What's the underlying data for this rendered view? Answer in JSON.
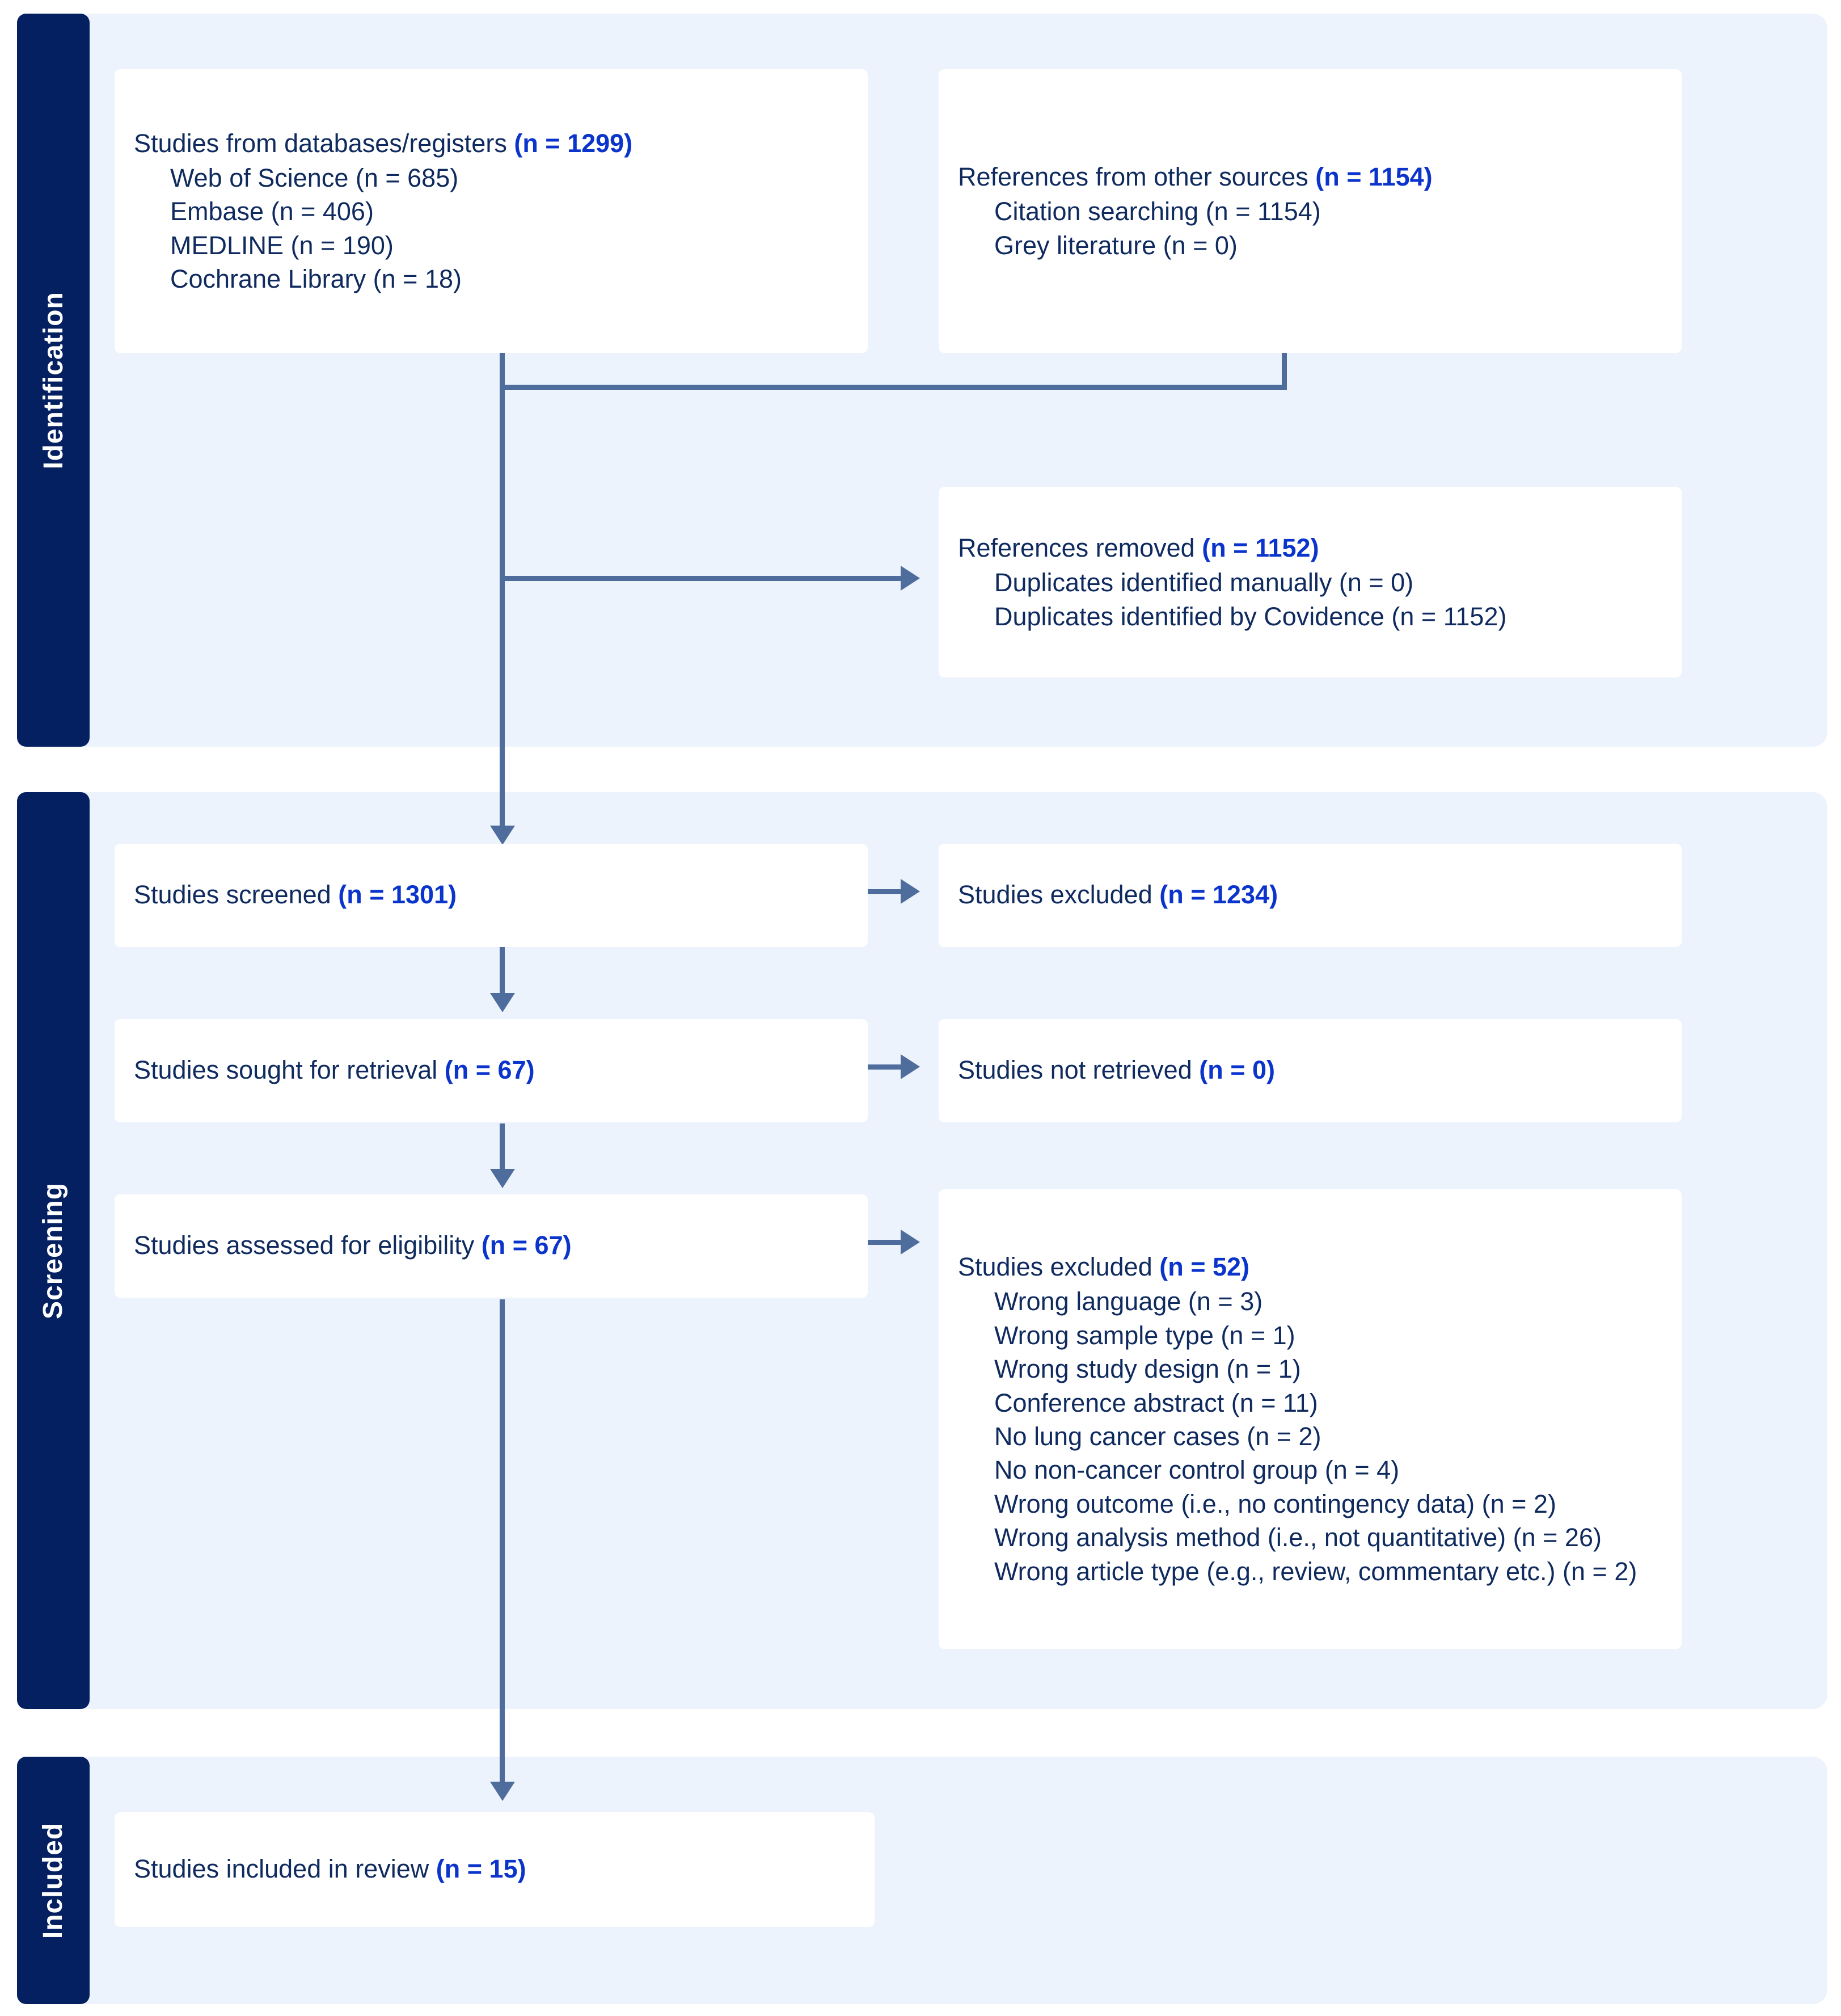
{
  "diagram": {
    "type": "prisma-flow-diagram",
    "colors": {
      "sidebar_bg": "#042061",
      "section_bg": "#ecf3fc",
      "box_border": "#4f6d9c",
      "text": "#0f2a5e",
      "count_highlight": "#0b34cc",
      "page_bg": "#ffffff"
    }
  },
  "stages": {
    "identification": "Identification",
    "screening": "Screening",
    "included": "Included"
  },
  "boxes": {
    "databases": {
      "head_label": "Studies from databases/registers ",
      "head_count": "(n = 1299)",
      "items": [
        "Web of Science (n = 685)",
        "Embase (n = 406)",
        "MEDLINE (n = 190)",
        "Cochrane Library (n = 18)"
      ]
    },
    "other_sources": {
      "head_label": "References from other sources ",
      "head_count": "(n = 1154)",
      "items": [
        "Citation searching (n = 1154)",
        "Grey literature (n = 0)"
      ]
    },
    "references_removed": {
      "head_label": "References removed ",
      "head_count": "(n = 1152)",
      "items": [
        "Duplicates identified manually (n = 0)",
        "Duplicates identified by Covidence (n = 1152)"
      ]
    },
    "screened": {
      "head_label": "Studies screened ",
      "head_count": "(n = 1301)"
    },
    "excluded_screened": {
      "head_label": "Studies excluded ",
      "head_count": "(n = 1234)"
    },
    "sought": {
      "head_label": "Studies sought for retrieval ",
      "head_count": "(n = 67)"
    },
    "not_retrieved": {
      "head_label": "Studies not retrieved ",
      "head_count": "(n = 0)"
    },
    "assessed": {
      "head_label": "Studies assessed for eligibility ",
      "head_count": "(n = 67)"
    },
    "excluded_eligibility": {
      "head_label": "Studies excluded ",
      "head_count": "(n = 52)",
      "items": [
        "Wrong language (n = 3)",
        "Wrong sample type (n = 1)",
        "Wrong study design (n = 1)",
        "Conference abstract (n = 11)",
        "No lung cancer cases (n = 2)",
        "No non-cancer control group (n = 4)",
        "Wrong outcome (i.e., no contingency data) (n = 2)",
        "Wrong analysis method (i.e., not quantitative) (n = 26)",
        "Wrong article type (e.g., review, commentary etc.) (n = 2)"
      ]
    },
    "included_review": {
      "head_label": "Studies included in review ",
      "head_count": "(n = 15)"
    }
  }
}
